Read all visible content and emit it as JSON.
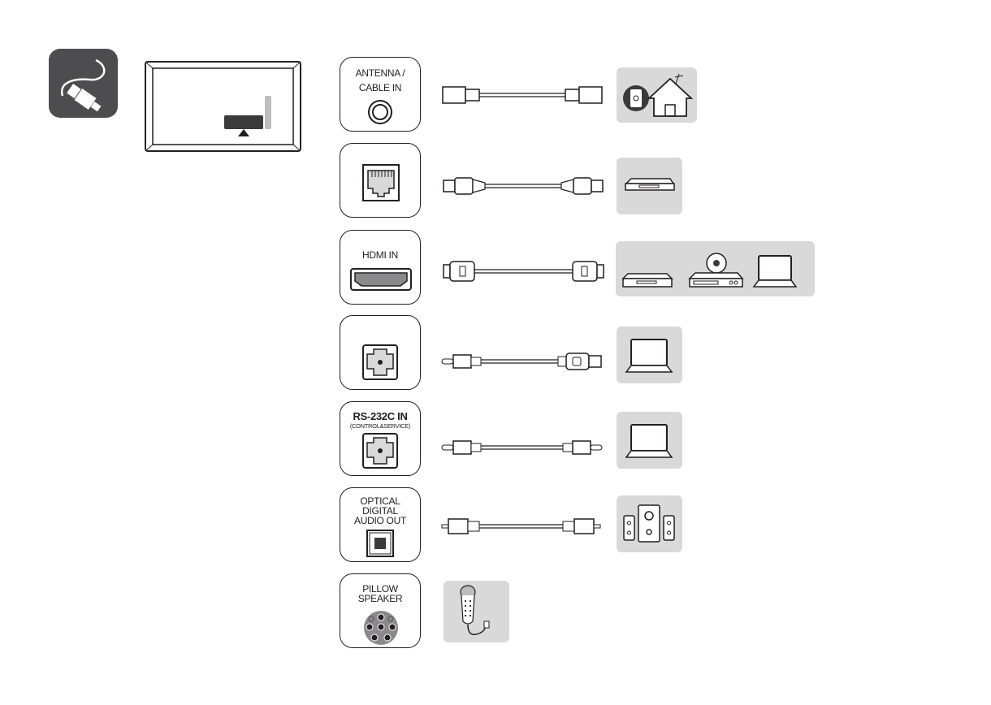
{
  "diagram": {
    "title_icon": "cable-connection-icon",
    "tv_icon": "tv-rear-panel-icon",
    "rows": [
      {
        "port_label_lines": [
          "ANTENNA /",
          "CABLE IN"
        ],
        "port_icon": "coaxial-port-icon",
        "cable_icon": "coaxial-cable-icon",
        "devices": [
          "wall-antenna-house-icon"
        ]
      },
      {
        "port_label_lines": [],
        "port_icon": "rj45-port-icon",
        "cable_icon": "lan-cable-icon",
        "devices": [
          "set-top-box-icon"
        ]
      },
      {
        "port_label_lines": [
          "HDMI IN"
        ],
        "port_icon": "hdmi-port-icon",
        "cable_icon": "hdmi-cable-icon",
        "devices": [
          "set-top-box-icon",
          "dvd-player-icon",
          "laptop-icon"
        ]
      },
      {
        "port_label_lines": [],
        "port_icon": "ir-port-icon",
        "cable_icon": "jack-to-usb-cable-icon",
        "devices": [
          "laptop-icon"
        ]
      },
      {
        "port_label_lines": [
          "RS-232C IN",
          "(CONTROL&SERVICE)"
        ],
        "port_icon": "rs232c-port-icon",
        "cable_icon": "jack-cable-icon",
        "devices": [
          "laptop-icon"
        ]
      },
      {
        "port_label_lines": [
          "OPTICAL",
          "DIGITAL",
          "AUDIO OUT"
        ],
        "port_icon": "optical-port-icon",
        "cable_icon": "optical-cable-icon",
        "devices": [
          "speaker-system-icon"
        ]
      },
      {
        "port_label_lines": [
          "PILLOW",
          "SPEAKER"
        ],
        "port_icon": "pillow-speaker-port-icon",
        "cable_icon": "",
        "devices": [
          "pillow-speaker-remote-icon"
        ]
      }
    ]
  }
}
